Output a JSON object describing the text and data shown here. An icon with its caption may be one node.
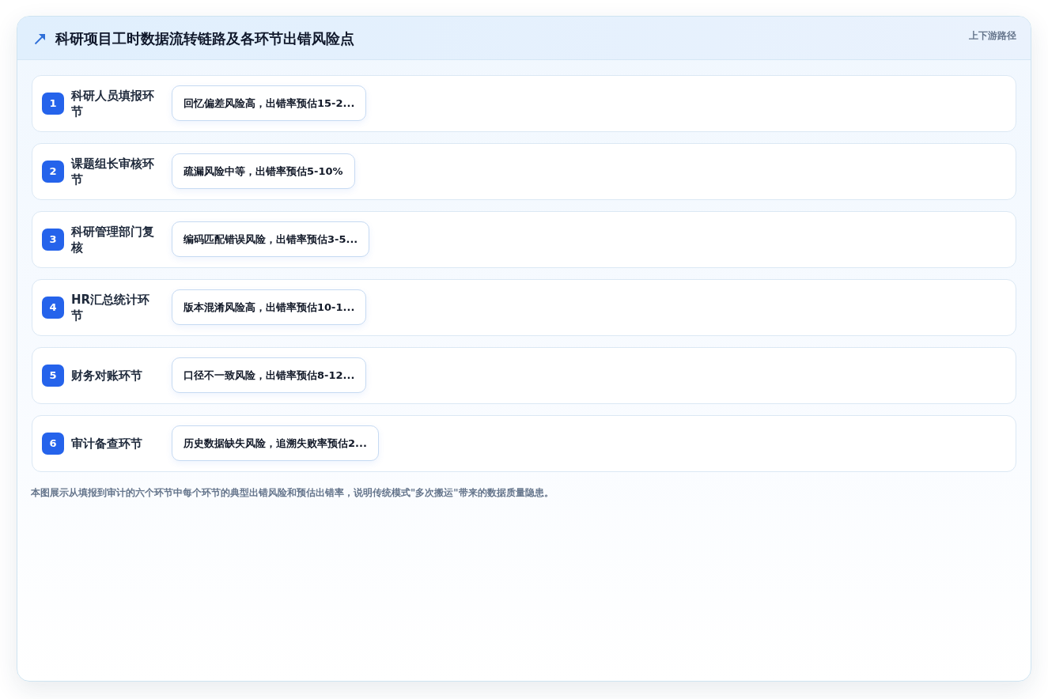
{
  "diagram": {
    "title": "科研项目工时数据流转链路及各环节出错风险点",
    "caption": "本图展示从填报到审计的六个环节中每个环节的典型出错风险和预估出错率，说明传统模式\"多次搬运\"带来的数据质量隐患。",
    "nodes": [
      {
        "text": [
          "科研人员填报环节"
        ]
      },
      {
        "text": [
          "1"
        ],
        "in": 0
      },
      {
        "text": [
          "回忆偏差风险高，出错率预估15-2..."
        ],
        "in": 0
      },
      {
        "text": [
          "课题组长审核环节"
        ]
      },
      {
        "text": [
          "2"
        ],
        "in": 3
      },
      {
        "text": [
          "疏漏风险中等，出错率预估5-10%"
        ],
        "in": 3
      },
      {
        "text": [
          "科研管理部门复核"
        ]
      },
      {
        "text": [
          "3"
        ],
        "in": 6
      },
      {
        "text": [
          "编码匹配错误风险，出错率预估3-5..."
        ],
        "in": 6
      },
      {
        "text": [
          "HR汇总统计环节"
        ]
      },
      {
        "text": [
          "4"
        ],
        "in": 9
      },
      {
        "text": [
          "版本混淆风险高，出错率预估10-1..."
        ],
        "in": 9
      },
      {
        "text": [
          "财务对账环节"
        ]
      },
      {
        "text": [
          "5"
        ],
        "in": 12
      },
      {
        "text": [
          "口径不一致风险，出错率预估8-12..."
        ],
        "in": 12
      },
      {
        "text": [
          "审计备查环节"
        ]
      },
      {
        "text": [
          "6"
        ],
        "in": 15
      },
      {
        "text": [
          "历史数据缺失风险，追溯失败率预估2..."
        ],
        "in": 15
      }
    ],
    "labels": [
      "上下游路径"
    ]
  }
}
